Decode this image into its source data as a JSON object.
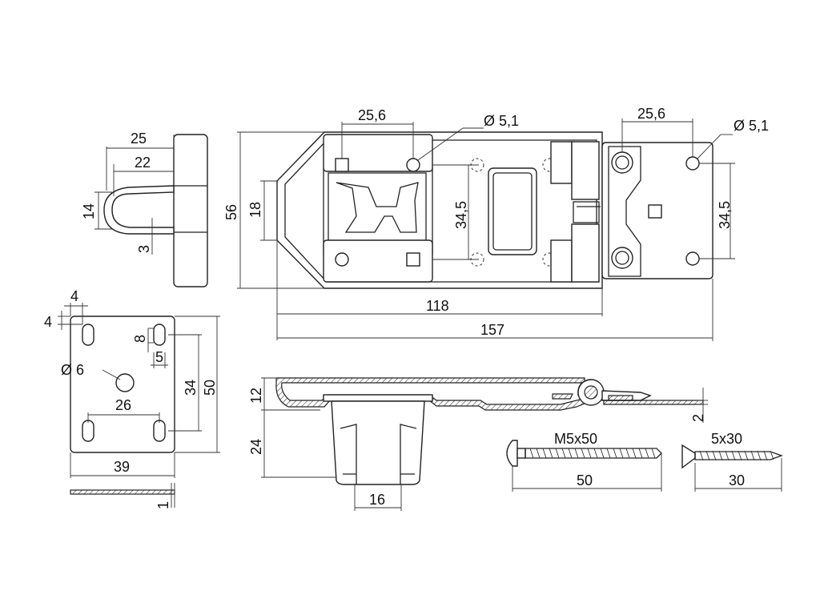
{
  "drawing": {
    "background": "#ffffff",
    "line_color": "#222222",
    "bracket": {
      "width_25": "25",
      "width_22": "22",
      "height_14": "14",
      "thickness_3": "3"
    },
    "hasp_top": {
      "spacing_left": "25,6",
      "hole_left": "Ø 5,1",
      "spacing_right": "25,6",
      "hole_right": "Ø 5,1",
      "height_56": "56",
      "height_18": "18",
      "pitch_left": "34,5",
      "pitch_right": "34,5",
      "length_118": "118",
      "length_157": "157"
    },
    "plate": {
      "offset_x": "4",
      "offset_y": "4",
      "slot_len": "8",
      "slot_w": "5",
      "hole": "Ø 6",
      "pitch_26": "26",
      "pitch_34": "34",
      "height_50": "50",
      "width_39": "39",
      "thickness_1": "1"
    },
    "hasp_side": {
      "height_12": "12",
      "height_24": "24",
      "width_16": "16",
      "thickness_2": "2"
    },
    "bolt": {
      "name": "M5x50",
      "length": "50"
    },
    "screw": {
      "name": "5x30",
      "length": "30"
    }
  }
}
